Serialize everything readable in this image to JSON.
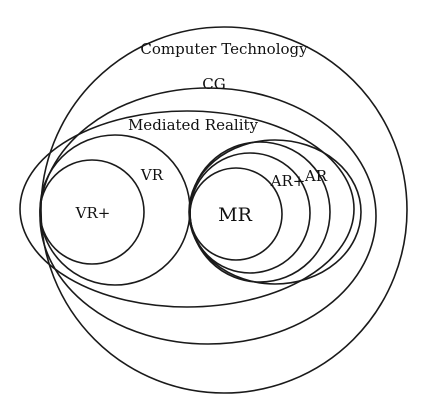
{
  "diagram": {
    "type": "nested-venn",
    "sets": {
      "computer_technology": "Computer Technology",
      "cg": "CG",
      "mediated_reality": "Mediated Reality",
      "vr": "VR",
      "vr_plus": "VR+",
      "ar": "AR",
      "ar_plus": "AR+",
      "mr": "MR"
    }
  }
}
